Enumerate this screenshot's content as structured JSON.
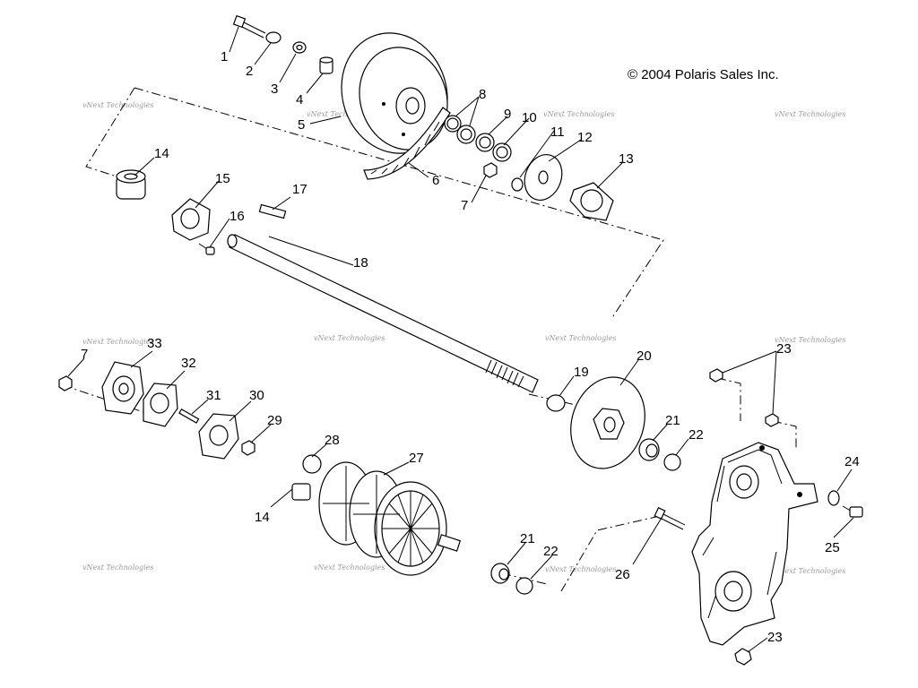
{
  "copyright": "© 2004 Polaris Sales Inc.",
  "watermark": "vNext Technologies",
  "labels": [
    "1",
    "2",
    "3",
    "4",
    "5",
    "6",
    "7",
    "8",
    "9",
    "10",
    "11",
    "12",
    "13",
    "14",
    "15",
    "16",
    "17",
    "18",
    "19",
    "20",
    "21",
    "22",
    "23",
    "24",
    "25",
    "26",
    "27",
    "28",
    "29",
    "30",
    "31",
    "32",
    "33"
  ]
}
